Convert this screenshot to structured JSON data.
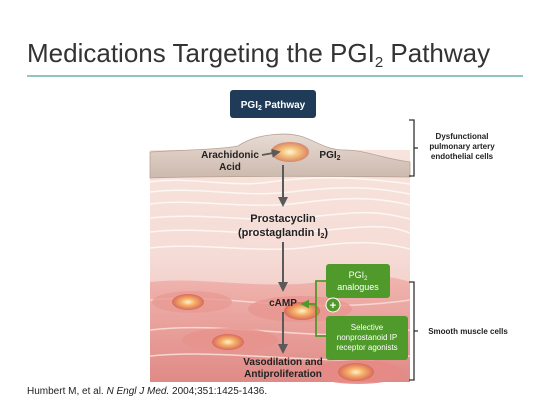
{
  "slide": {
    "title_main": "Medications Targeting the PGI",
    "title_sub": "2",
    "title_tail": " Pathway"
  },
  "diagram": {
    "header_box": {
      "main": "PGI",
      "sub": "2",
      "tail": " Pathway"
    },
    "endothelial": {
      "arachidonic_line1": "Arachidonic",
      "arachidonic_line2": "Acid",
      "pgi_main": "PGI",
      "pgi_sub": "2"
    },
    "prostacyclin": {
      "line1": "Prostacyclin",
      "line2_main": "(prostaglandin I",
      "line2_sub": "2",
      "line2_tail": ")"
    },
    "camp": "cAMP",
    "outcome": {
      "line1": "Vasodilation and",
      "line2": "Antiproliferation"
    },
    "plus_symbol": "+",
    "pgi_analogues": {
      "line1_main": "PGI",
      "line1_sub": "2",
      "line2": "analogues"
    },
    "ip_agonists": {
      "line1": "Selective",
      "line2": "nonprostanoid IP",
      "line3": "receptor agonists"
    },
    "brackets": {
      "top": {
        "line1": "Dysfunctional",
        "line2": "pulmonary artery",
        "line3": "endothelial cells"
      },
      "bottom": {
        "line1": "Smooth muscle cells"
      }
    },
    "colors": {
      "header_box": "#1f3b57",
      "green_box": "#4f9a2a",
      "arrow": "#5a5a5a",
      "accent_rule": "#8fc7c0"
    }
  },
  "citation": {
    "authors": "Humbert M, et al. ",
    "journal": "N Engl J Med.",
    "details": " 2004;351:1425-1436."
  }
}
